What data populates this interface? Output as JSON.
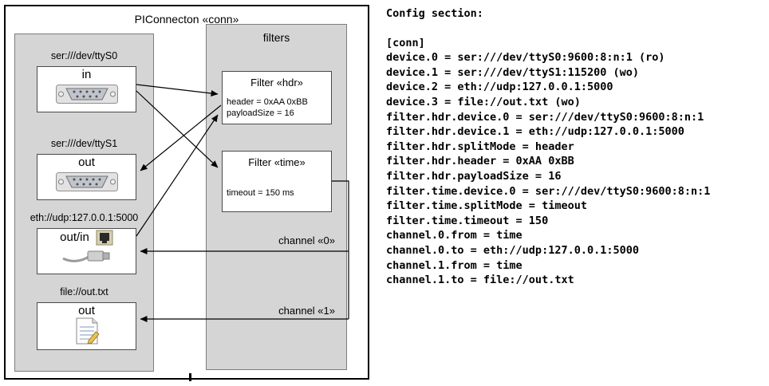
{
  "diagram": {
    "title": "PIConnecton «conn»",
    "devices": [
      {
        "label": "ser:///dev/ttyS0",
        "port": "in",
        "icon": "serial-connector"
      },
      {
        "label": "ser:///dev/ttyS1",
        "port": "out",
        "icon": "serial-connector"
      },
      {
        "label": "eth://udp:127.0.0.1:5000",
        "port": "out/in",
        "icon": "ethernet-connector"
      },
      {
        "label": "file://out.txt",
        "port": "out",
        "icon": "document"
      }
    ],
    "filters_panel": {
      "title": "filters",
      "filters": [
        {
          "title": "Filter «hdr»",
          "params": [
            "header = 0xAA 0xBB",
            "payloadSize = 16"
          ]
        },
        {
          "title": "Filter «time»",
          "params": [
            "timeout = 150 ms"
          ]
        }
      ],
      "channels": [
        {
          "label": "channel «0»"
        },
        {
          "label": "channel «1»"
        }
      ]
    }
  },
  "config": {
    "title": "Config section:",
    "lines": [
      "[conn]",
      "device.0 = ser:///dev/ttyS0:9600:8:n:1 (ro)",
      "device.1 = ser:///dev/ttyS1:115200 (wo)",
      "device.2 = eth://udp:127.0.0.1:5000",
      "device.3 = file://out.txt (wo)",
      "filter.hdr.device.0 = ser:///dev/ttyS0:9600:8:n:1",
      "filter.hdr.device.1 = eth://udp:127.0.0.1:5000",
      "filter.hdr.splitMode = header",
      "filter.hdr.header = 0xAA 0xBB",
      "filter.hdr.payloadSize = 16",
      "filter.time.device.0 = ser:///dev/ttyS0:9600:8:n:1",
      "filter.time.splitMode = timeout",
      "filter.time.timeout = 150",
      "channel.0.from = time",
      "channel.0.to = eth://udp:127.0.0.1:5000",
      "channel.1.from = time",
      "channel.1.to = file://out.txt"
    ]
  }
}
